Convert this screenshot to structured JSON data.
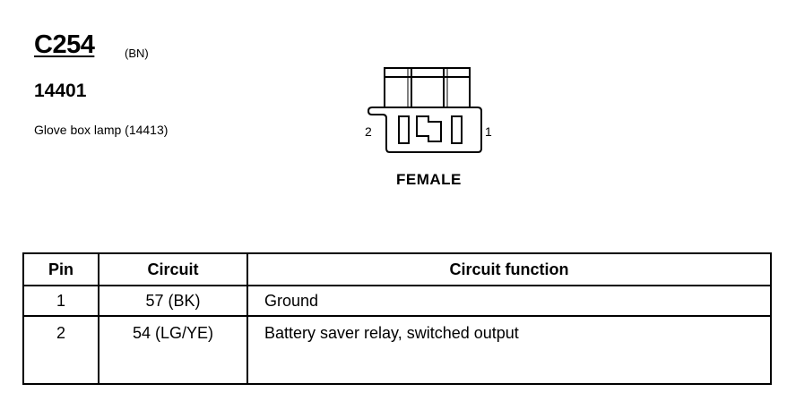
{
  "connector": {
    "id": "C254",
    "color_code": "(BN)",
    "part_number": "14401",
    "description": "Glove box lamp (14413)",
    "pin_left_label": "2",
    "pin_right_label": "1",
    "gender": "FEMALE"
  },
  "table": {
    "headers": {
      "pin": "Pin",
      "circuit": "Circuit",
      "function": "Circuit function"
    },
    "rows": [
      {
        "pin": "1",
        "circuit": "57 (BK)",
        "function": "Ground"
      },
      {
        "pin": "2",
        "circuit": "54 (LG/YE)",
        "function": "Battery saver relay, switched output"
      }
    ]
  }
}
